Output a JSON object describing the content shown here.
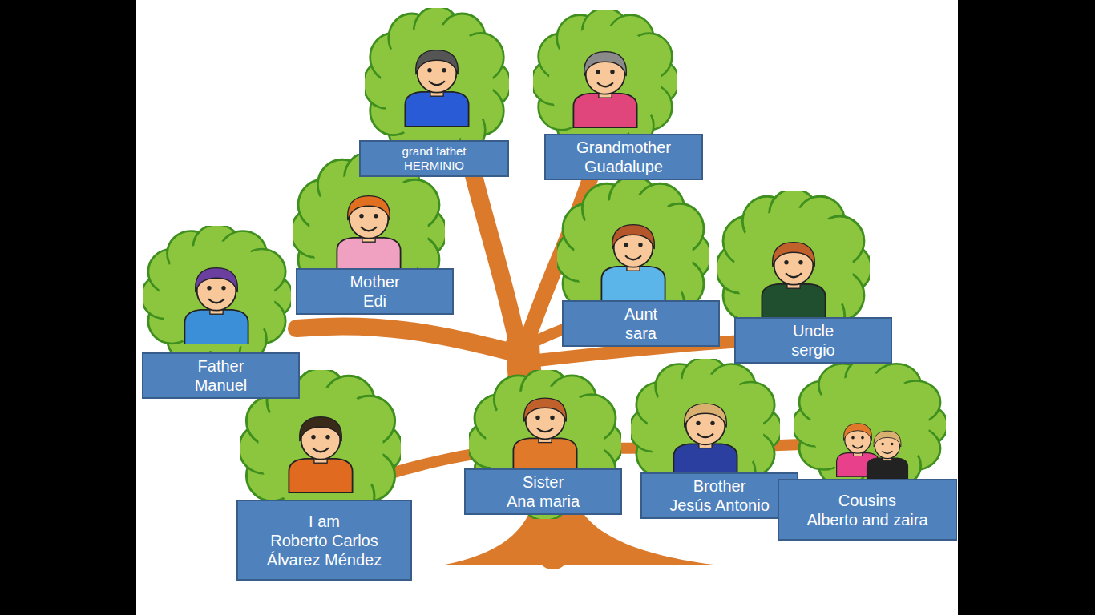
{
  "diagram": {
    "nodes": [
      {
        "text": [
          "grand fathet",
          "HERMINIO"
        ]
      },
      {
        "text": [
          "Grandmother",
          "Guadalupe"
        ]
      },
      {
        "text": [
          "Mother",
          "Edi"
        ]
      },
      {
        "text": [
          "Aunt",
          "sara"
        ]
      },
      {
        "text": [
          "Uncle",
          "sergio"
        ]
      },
      {
        "text": [
          "Father",
          "Manuel"
        ]
      },
      {
        "text": [
          "I am",
          "Roberto Carlos Álvarez Méndez"
        ]
      },
      {
        "text": [
          "Sister",
          "Ana maria"
        ]
      },
      {
        "text": [
          "Brother",
          "Jesús Antonio"
        ]
      },
      {
        "text": [
          "Cousins",
          "Alberto and zaira"
        ]
      }
    ]
  }
}
